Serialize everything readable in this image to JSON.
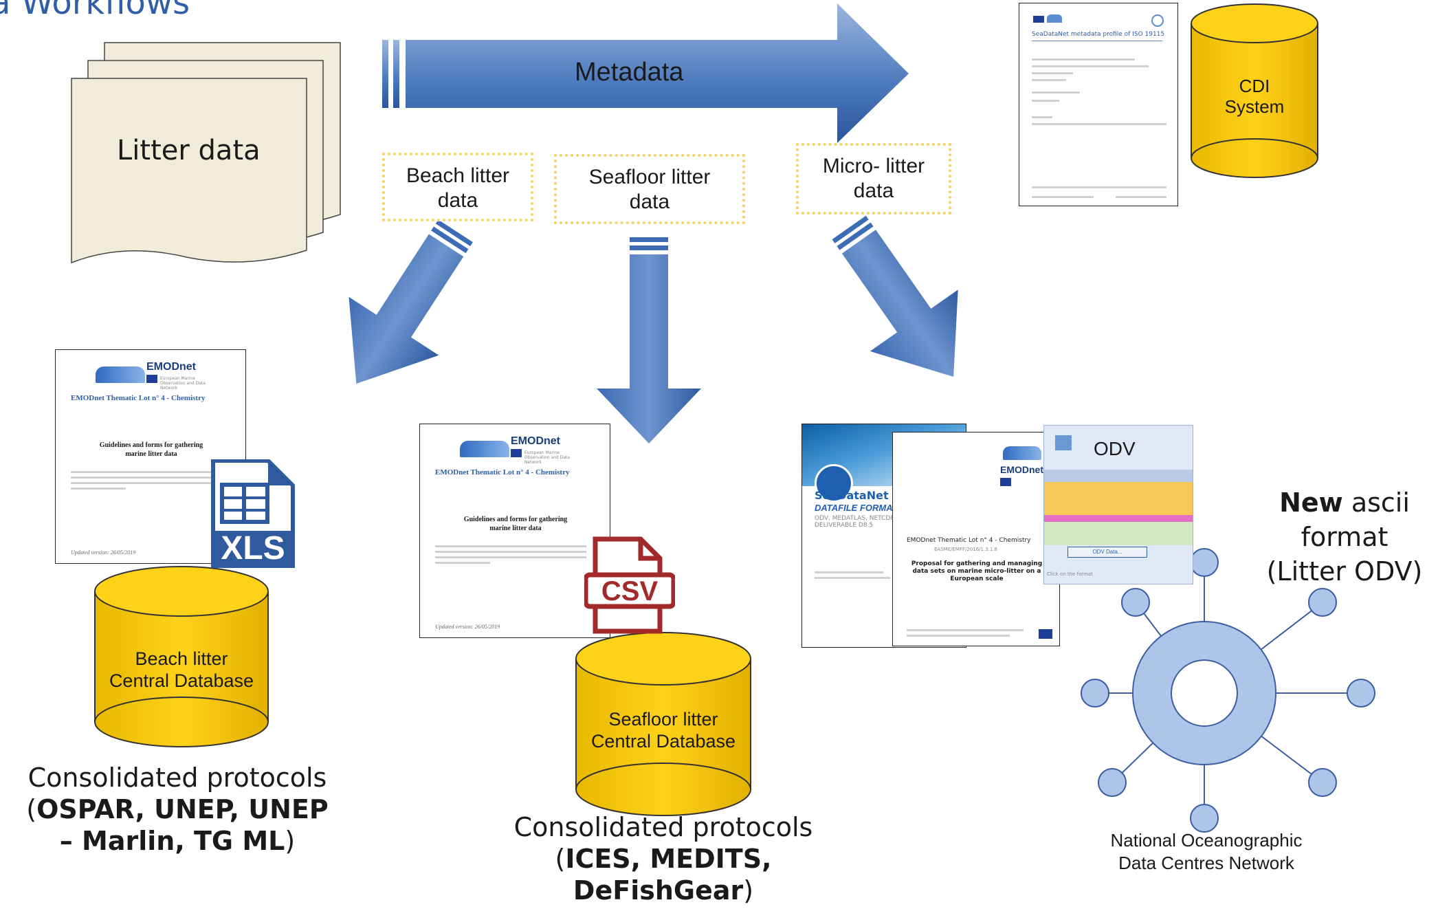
{
  "title": "a Workflows",
  "colors": {
    "arrow_blue": "#2f5fa7",
    "db_yellow": "#ffcc00",
    "paper": "#f1ecda",
    "box_border": "#f5d266"
  },
  "nodes": {
    "litter_data": "Litter data",
    "metadata": "Metadata",
    "beach_box": [
      "Beach litter",
      "data"
    ],
    "seafloor_box": [
      "Seafloor litter",
      "data"
    ],
    "micro_box": [
      "Micro- litter",
      "data"
    ],
    "cdi": [
      "CDI",
      "System"
    ],
    "beach_db": [
      "Beach litter",
      "Central Database"
    ],
    "seafloor_db": [
      "Seafloor litter",
      "Central Database"
    ],
    "network": [
      "National Oceanographic",
      "Data Centres Network"
    ]
  },
  "docs": {
    "seadatanet_title": "SeaDataNet metadata profile of ISO 19115",
    "emodnet_brand": "EMODnet",
    "emodnet_sub": "European Marine Observation and Data Network",
    "lot_title": "EMODnet Thematic Lot n° 4 - Chemistry",
    "guidelines_title": [
      "Guidelines and forms for gathering",
      "marine litter data"
    ],
    "updated": "Updated version: 26/05/2019",
    "xls": "XLS",
    "csv": "CSV",
    "seadatanet_brand": "SeaDataNet",
    "datafile_format": "DATAFILE FORMA",
    "datafile_sub": [
      "ODV, MEDATLAS, NETCDF",
      "DELIVERABLE D8.5"
    ],
    "micro_doc_code": "EMODnet Thematic Lot n° 4 - Chemistry",
    "micro_doc_ref": "EASME/EMFF/2016/1.3.1.8",
    "micro_doc_title": [
      "Proposal for gathering and managing",
      "data sets on marine micro-litter on a",
      "European scale"
    ],
    "odv": "ODV",
    "odv_button": "ODV Data...",
    "odv_note": "Click on the format"
  },
  "captions": {
    "beach": {
      "line1": "Consolidated protocols",
      "open": "(",
      "bold": "OSPAR, UNEP, UNEP – Marlin, TG ML",
      "close": ")"
    },
    "seafloor": {
      "line1": "Consolidated protocols",
      "open": "(",
      "bold": "ICES, MEDITS, DeFishGear",
      "close": ")"
    },
    "ascii": {
      "bold": "New",
      "rest": " ascii",
      "line2": "format",
      "line3": "(Litter ODV)"
    }
  }
}
